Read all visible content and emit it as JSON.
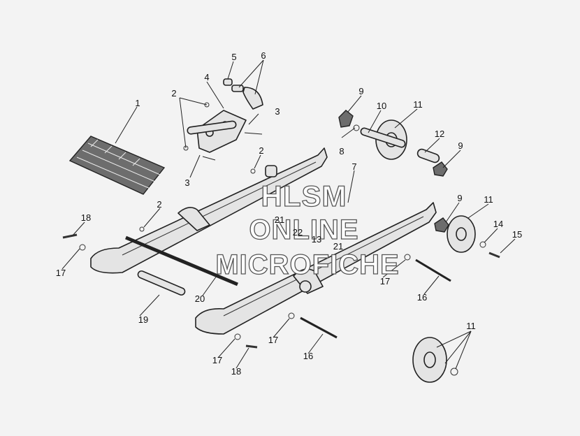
{
  "watermark": {
    "line1": "HLSM",
    "line2": "ONLINE",
    "line3": "MICROFICHE"
  },
  "callouts": [
    {
      "id": "c1",
      "text": "1"
    },
    {
      "id": "c2a",
      "text": "2"
    },
    {
      "id": "c2b",
      "text": "2"
    },
    {
      "id": "c2c",
      "text": "2"
    },
    {
      "id": "c3a",
      "text": "3"
    },
    {
      "id": "c3b",
      "text": "3"
    },
    {
      "id": "c4",
      "text": "4"
    },
    {
      "id": "c5",
      "text": "5"
    },
    {
      "id": "c6",
      "text": "6"
    },
    {
      "id": "c7",
      "text": "7"
    },
    {
      "id": "c8",
      "text": "8"
    },
    {
      "id": "c9a",
      "text": "9"
    },
    {
      "id": "c9b",
      "text": "9"
    },
    {
      "id": "c9c",
      "text": "9"
    },
    {
      "id": "c10",
      "text": "10"
    },
    {
      "id": "c11a",
      "text": "11"
    },
    {
      "id": "c11b",
      "text": "11"
    },
    {
      "id": "c11c",
      "text": "11"
    },
    {
      "id": "c12",
      "text": "12"
    },
    {
      "id": "c13",
      "text": "13"
    },
    {
      "id": "c14",
      "text": "14"
    },
    {
      "id": "c15",
      "text": "15"
    },
    {
      "id": "c16a",
      "text": "16"
    },
    {
      "id": "c16b",
      "text": "16"
    },
    {
      "id": "c17a",
      "text": "17"
    },
    {
      "id": "c17b",
      "text": "17"
    },
    {
      "id": "c17c",
      "text": "17"
    },
    {
      "id": "c17d",
      "text": "17"
    },
    {
      "id": "c18a",
      "text": "18"
    },
    {
      "id": "c18b",
      "text": "18"
    },
    {
      "id": "c19",
      "text": "19"
    },
    {
      "id": "c20",
      "text": "20"
    },
    {
      "id": "c21a",
      "text": "21"
    },
    {
      "id": "c21b",
      "text": "21"
    },
    {
      "id": "c22",
      "text": "22"
    }
  ]
}
